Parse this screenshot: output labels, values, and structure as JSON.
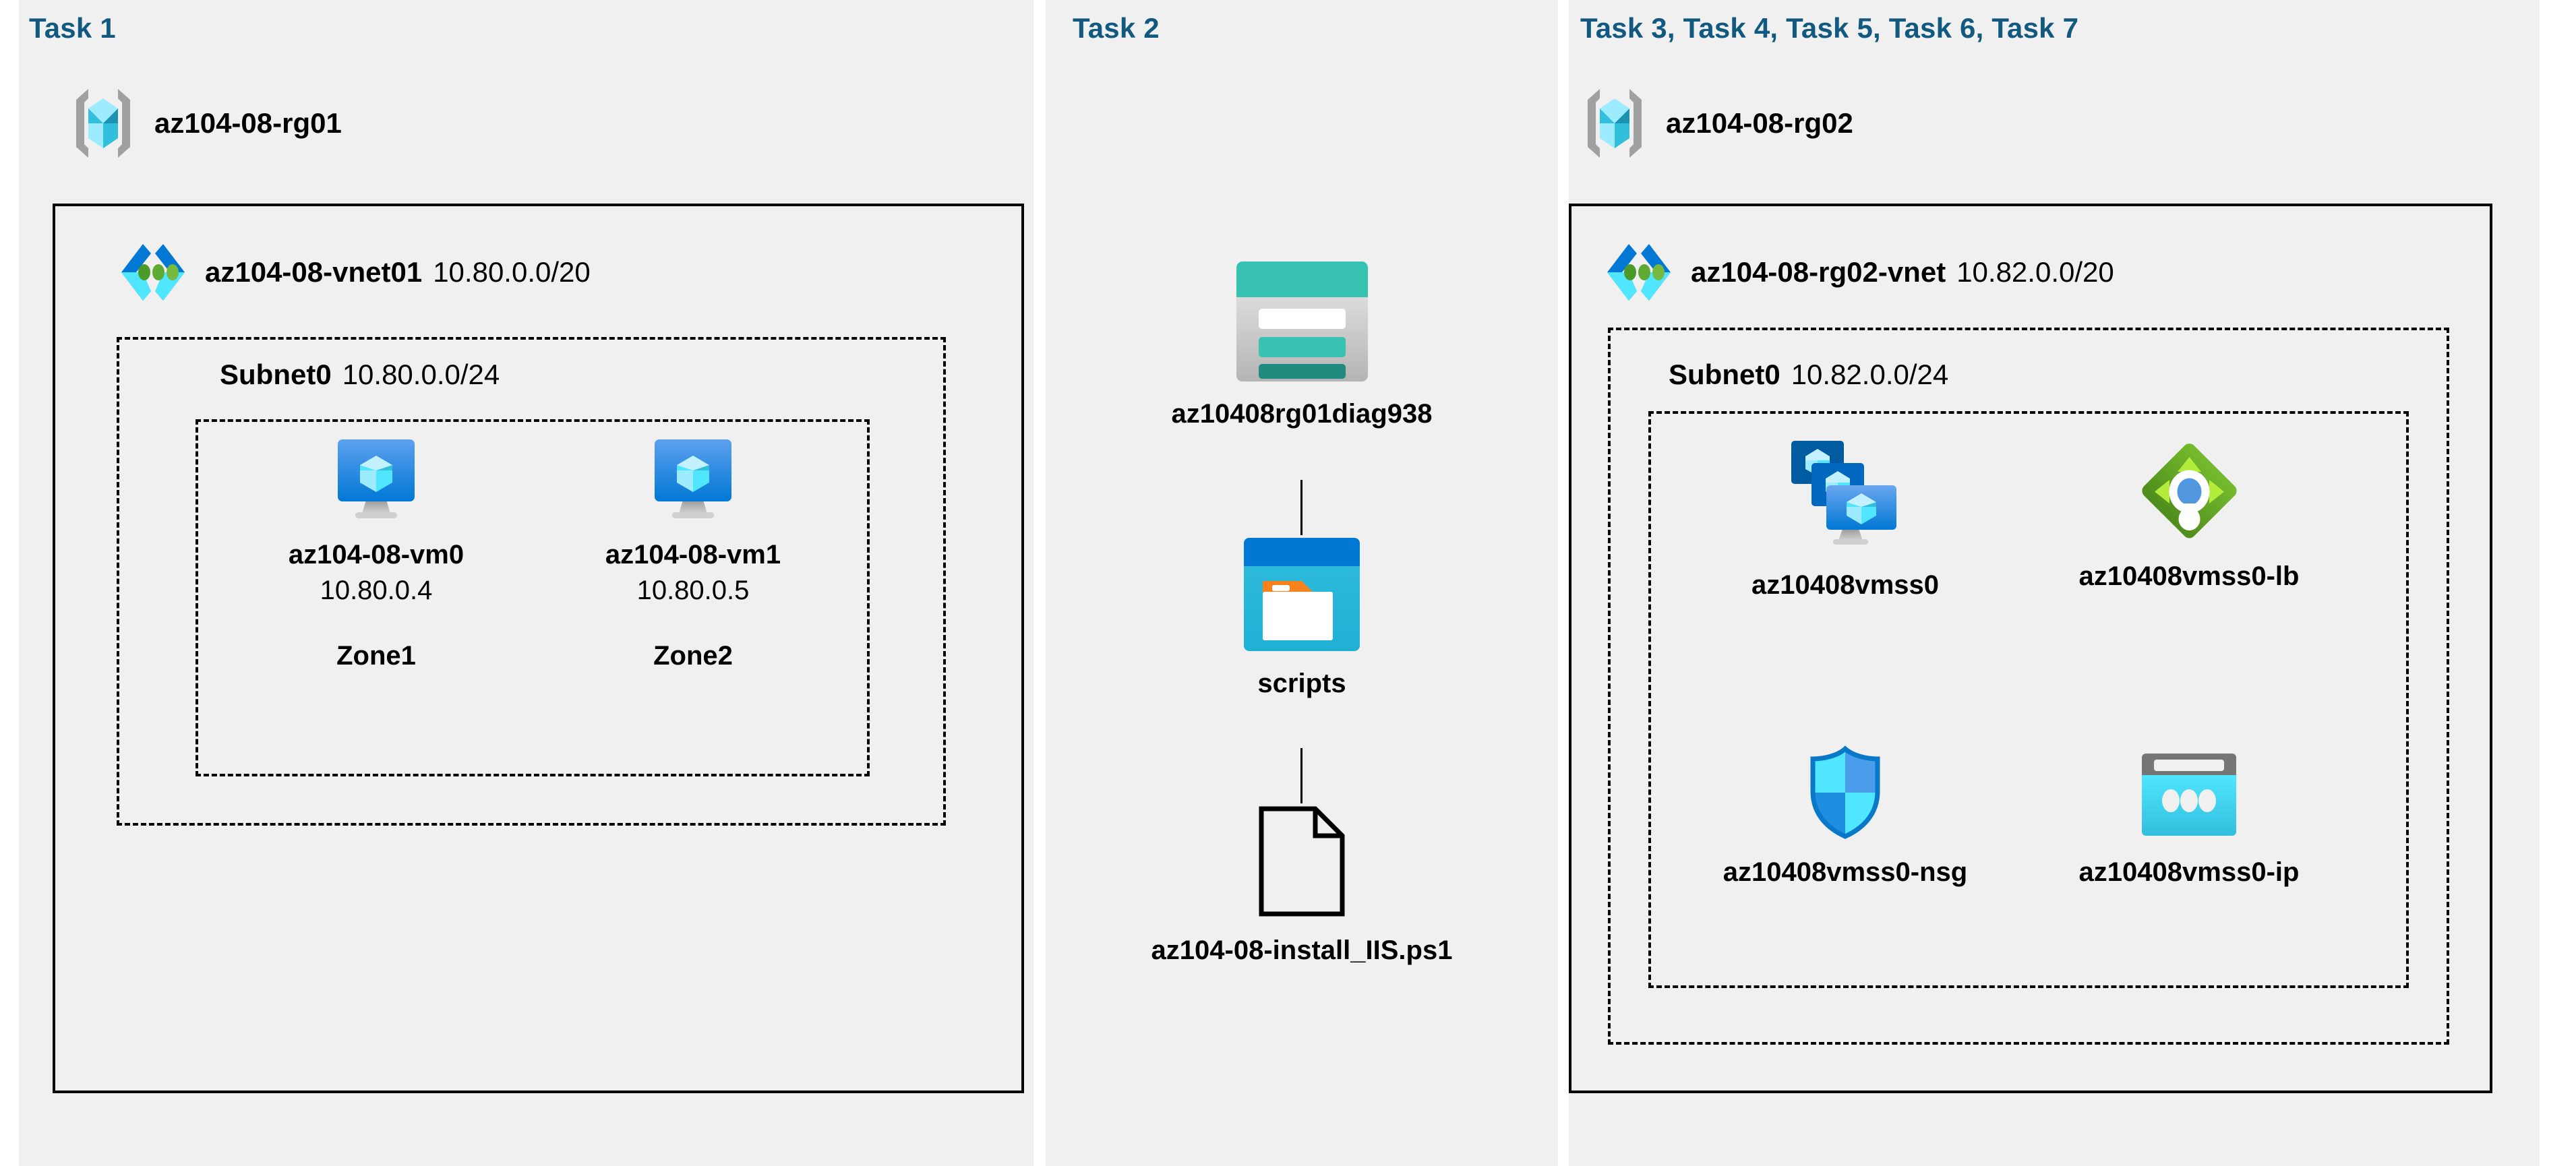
{
  "panels": [
    {
      "heading": "Task 1",
      "resource_group": {
        "name": "az104-08-rg01",
        "icon": "resource-group-icon"
      },
      "vnet": {
        "name": "az104-08-vnet01",
        "cidr": "10.80.0.0/20",
        "icon": "virtual-network-icon"
      },
      "subnet": {
        "name": "Subnet0",
        "cidr": "10.80.0.0/24"
      },
      "vms": [
        {
          "icon": "virtual-machine-icon",
          "name": "az104-08-vm0",
          "ip": "10.80.0.4",
          "zone": "Zone1"
        },
        {
          "icon": "virtual-machine-icon",
          "name": "az104-08-vm1",
          "ip": "10.80.0.5",
          "zone": "Zone2"
        }
      ]
    },
    {
      "heading": "Task 2",
      "items": [
        {
          "icon": "storage-account-icon",
          "name": "az10408rg01diag938"
        },
        {
          "icon": "blob-container-icon",
          "name": "scripts"
        },
        {
          "icon": "file-icon",
          "name": "az104-08-install_IIS.ps1"
        }
      ]
    },
    {
      "heading": "Task 3, Task 4, Task 5, Task 6, Task 7",
      "resource_group": {
        "name": "az104-08-rg02",
        "icon": "resource-group-icon"
      },
      "vnet": {
        "name": "az104-08-rg02-vnet",
        "cidr": "10.82.0.0/20",
        "icon": "virtual-network-icon"
      },
      "subnet": {
        "name": "Subnet0",
        "cidr": "10.82.0.0/24"
      },
      "resources": [
        {
          "icon": "vm-scale-set-icon",
          "name": "az10408vmss0"
        },
        {
          "icon": "load-balancer-icon",
          "name": "az10408vmss0-lb"
        },
        {
          "icon": "network-security-group-icon",
          "name": "az10408vmss0-nsg"
        },
        {
          "icon": "public-ip-address-icon",
          "name": "az10408vmss0-ip"
        }
      ]
    }
  ],
  "colors": {
    "panel_background": "#f0f0f0",
    "page_background": "#ffffff",
    "heading_blue": "#11597f",
    "azure_blue": "#0078d4",
    "azure_cyan": "#50e6ff",
    "storage_teal": "#37c2b1",
    "storage_teal_dark": "#1f8a7d",
    "lb_green": "#5e9624",
    "lb_green_light": "#a4d037",
    "border_black": "#000000"
  }
}
